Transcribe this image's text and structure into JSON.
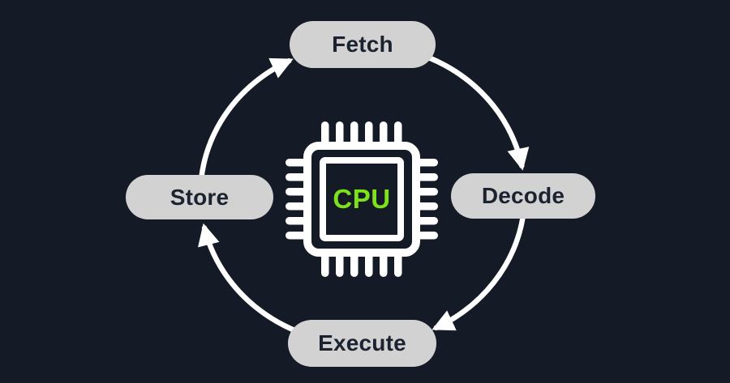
{
  "diagram": {
    "type": "cycle-diagram",
    "subject": "CPU instruction cycle",
    "center_chip": {
      "label": "CPU",
      "label_color": "#7de21c",
      "icon": "microchip-icon",
      "pins_per_side": 6
    },
    "nodes": {
      "fetch": {
        "label": "Fetch",
        "position": "top"
      },
      "decode": {
        "label": "Decode",
        "position": "right"
      },
      "execute": {
        "label": "Execute",
        "position": "bottom"
      },
      "store": {
        "label": "Store",
        "position": "left"
      }
    },
    "edges": [
      {
        "from": "Fetch",
        "to": "Decode",
        "direction": "clockwise"
      },
      {
        "from": "Decode",
        "to": "Execute",
        "direction": "clockwise"
      },
      {
        "from": "Execute",
        "to": "Store",
        "direction": "clockwise"
      },
      {
        "from": "Store",
        "to": "Fetch",
        "direction": "clockwise"
      }
    ],
    "colors": {
      "background": "#151b26",
      "pill_fill": "#d2d2d2",
      "pill_text": "#1c2330",
      "arrow": "#ffffff",
      "chip_outline": "#ffffff",
      "cpu_green": "#7de21c"
    }
  }
}
